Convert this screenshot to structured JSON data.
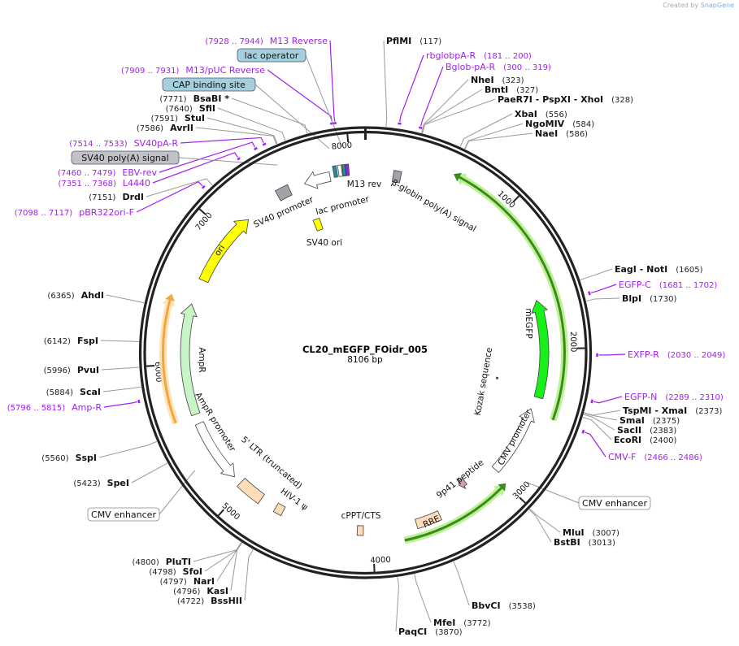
{
  "credit": {
    "prefix": "Created by",
    "brand": "SnapGene"
  },
  "plasmid": {
    "name": "CL20_mEGFP_FOidr_005",
    "length_label": "8106 bp",
    "length": 8106
  },
  "ticks": [
    "1000",
    "2000",
    "3000",
    "4000",
    "5000",
    "6000",
    "7000",
    "8000"
  ],
  "sites": [
    {
      "name": "PflMI",
      "pos": "117",
      "bp": 117
    },
    {
      "name": "NheI",
      "pos": "323",
      "bp": 323
    },
    {
      "name": "BmtI",
      "pos": "327",
      "bp": 327
    },
    {
      "name": "PaeR7I  - PspXI  - XhoI",
      "pos": "328",
      "bp": 328
    },
    {
      "name": "XbaI",
      "pos": "556",
      "bp": 556
    },
    {
      "name": "NgoMIV",
      "pos": "584",
      "bp": 584
    },
    {
      "name": "NaeI",
      "pos": "586",
      "bp": 586
    },
    {
      "name": "EagI  - NotI",
      "pos": "1605",
      "bp": 1605
    },
    {
      "name": "BlpI",
      "pos": "1730",
      "bp": 1730
    },
    {
      "name": "TspMI  - XmaI",
      "pos": "2373",
      "bp": 2373
    },
    {
      "name": "SmaI",
      "pos": "2375",
      "bp": 2375
    },
    {
      "name": "SacII",
      "pos": "2383",
      "bp": 2383
    },
    {
      "name": "EcoRI",
      "pos": "2400",
      "bp": 2400
    },
    {
      "name": "MluI",
      "pos": "3007",
      "bp": 3007
    },
    {
      "name": "BstBI",
      "pos": "3013",
      "bp": 3013
    },
    {
      "name": "BbvCI",
      "pos": "3538",
      "bp": 3538
    },
    {
      "name": "MfeI",
      "pos": "3772",
      "bp": 3772
    },
    {
      "name": "PaqCI",
      "pos": "3870",
      "bp": 3870
    },
    {
      "name": "BssHII",
      "pos": "4722",
      "bp": 4722
    },
    {
      "name": "KasI",
      "pos": "4796",
      "bp": 4796
    },
    {
      "name": "NarI",
      "pos": "4797",
      "bp": 4797
    },
    {
      "name": "SfoI",
      "pos": "4798",
      "bp": 4798
    },
    {
      "name": "PluTI",
      "pos": "4800",
      "bp": 4800
    },
    {
      "name": "SpeI",
      "pos": "5423",
      "bp": 5423
    },
    {
      "name": "SspI",
      "pos": "5560",
      "bp": 5560
    },
    {
      "name": "ScaI",
      "pos": "5884",
      "bp": 5884
    },
    {
      "name": "PvuI",
      "pos": "5996",
      "bp": 5996
    },
    {
      "name": "FspI",
      "pos": "6142",
      "bp": 6142
    },
    {
      "name": "AhdI",
      "pos": "6365",
      "bp": 6365
    },
    {
      "name": "DrdI",
      "pos": "7151",
      "bp": 7151
    },
    {
      "name": "AvrII",
      "pos": "7586",
      "bp": 7586
    },
    {
      "name": "StuI",
      "pos": "7591",
      "bp": 7591
    },
    {
      "name": "SfiI",
      "pos": "7640",
      "bp": 7640
    },
    {
      "name": "BsaBI  *",
      "pos": "7771",
      "bp": 7771
    }
  ],
  "primers": [
    {
      "name": "M13 Reverse",
      "range": "7928 .. 7944",
      "start": 7928,
      "end": 7944
    },
    {
      "name": "M13/pUC Reverse",
      "range": "7909 .. 7931",
      "start": 7909,
      "end": 7931
    },
    {
      "name": "SV40pA-R",
      "range": "7514 .. 7533",
      "start": 7514,
      "end": 7533
    },
    {
      "name": "EBV-rev",
      "range": "7460 .. 7479",
      "start": 7460,
      "end": 7479
    },
    {
      "name": "L4440",
      "range": "7351 .. 7368",
      "start": 7351,
      "end": 7368
    },
    {
      "name": "pBR322ori-F",
      "range": "7098 .. 7117",
      "start": 7098,
      "end": 7117
    },
    {
      "name": "rbglobpA-R",
      "range": "181 .. 200",
      "start": 181,
      "end": 200
    },
    {
      "name": "Bglob-pA-R",
      "range": "300 .. 319",
      "start": 300,
      "end": 319
    },
    {
      "name": "EGFP-C",
      "range": "1681 .. 1702",
      "start": 1681,
      "end": 1702
    },
    {
      "name": "EXFP-R",
      "range": "2030 .. 2049",
      "start": 2030,
      "end": 2049
    },
    {
      "name": "EGFP-N",
      "range": "2289 .. 2310",
      "start": 2289,
      "end": 2310
    },
    {
      "name": "CMV-F",
      "range": "2466 .. 2486",
      "start": 2466,
      "end": 2486
    },
    {
      "name": "Amp-R",
      "range": "5796 .. 5815",
      "start": 5796,
      "end": 5815
    }
  ],
  "boxed_labels": [
    {
      "name": "lac operator",
      "color": "#a3d0dc",
      "bp": 7960
    },
    {
      "name": "CAP binding site",
      "color": "#a3d0dc",
      "bp": 7880
    },
    {
      "name": "SV40 poly(A) signal",
      "color": "#c0c2c6",
      "bp": 7540
    },
    {
      "name": "CMV enhancer",
      "color": "#ffffff",
      "bp": 5300
    },
    {
      "name": "CMV enhancer",
      "color": "#ffffff",
      "bp": 2900
    }
  ],
  "features": [
    {
      "name": "mEGFP",
      "start": 1644,
      "end": 2355,
      "strand": -1,
      "color": "#19f019"
    },
    {
      "name": "",
      "start": 592,
      "end": 2472,
      "strand": -1,
      "color": "#3b8a1e",
      "glow": "#b6f08a"
    },
    {
      "name": "",
      "start": 2993,
      "end": 3787,
      "strand": -1,
      "color": "#3b8a1e",
      "glow": "#b6f08a"
    },
    {
      "name": "CMV promoter",
      "start": 2448,
      "end": 2972,
      "strand": -1,
      "color": "#ffffff"
    },
    {
      "name": "RRE",
      "start": 3500,
      "end": 3680,
      "strand": 0,
      "color": "#fddcb8"
    },
    {
      "name": "9p41 peptide",
      "start": 3205,
      "end": 3260,
      "strand": 1,
      "color": "#d99ab8"
    },
    {
      "name": "cPPT/CTS",
      "start": 4068,
      "end": 4112,
      "strand": 0,
      "color": "#fddcb8"
    },
    {
      "name": "HIV-1 ψ",
      "start": 4670,
      "end": 4730,
      "strand": 0,
      "color": "#fddcb8"
    },
    {
      "name": "5' LTR (truncated)",
      "start": 4850,
      "end": 5040,
      "strand": 0,
      "color": "#fddcb8"
    },
    {
      "name": "AmpR promoter",
      "start": 5100,
      "end": 5560,
      "strand": -1,
      "color": "#ffffff"
    },
    {
      "name": "AmpR",
      "start": 5630,
      "end": 6432,
      "strand": 1,
      "color": "#c8f5c8"
    },
    {
      "name": "",
      "start": 5620,
      "end": 6460,
      "strand": 1,
      "color": "#f2a640",
      "glow": "#fde0b0"
    },
    {
      "name": "ori",
      "start": 6620,
      "end": 7175,
      "strand": 1,
      "color": "#ffff00"
    },
    {
      "name": "SV40 ori",
      "start": 7620,
      "end": 7680,
      "strand": 0,
      "color": "#ffff00"
    },
    {
      "name": "",
      "start": 7450,
      "end": 7545,
      "strand": 0,
      "color": "#a0a3a8"
    },
    {
      "name": "SV40 promoter",
      "start": 7660,
      "end": 7850,
      "strand": -1,
      "color": "#ffffff"
    },
    {
      "name": "lac promoter",
      "start": 7880,
      "end": 7905,
      "strand": 0,
      "color": "#1c8fa0"
    },
    {
      "name": "",
      "start": 7915,
      "end": 7940,
      "strand": 0,
      "color": "#ffffff"
    },
    {
      "name": "",
      "start": 7945,
      "end": 7965,
      "strand": 0,
      "color": "#1c8fa0"
    },
    {
      "name": "M13 rev",
      "start": 7968,
      "end": 7990,
      "strand": 0,
      "color": "#8a2be2"
    },
    {
      "name": "β-globin poly(A) signal",
      "start": 200,
      "end": 255,
      "strand": 0,
      "color": "#a0a3a8"
    },
    {
      "name": "Kozak sequence",
      "start": 2265,
      "end": 2280,
      "strand": 0,
      "color": "#555555"
    }
  ]
}
